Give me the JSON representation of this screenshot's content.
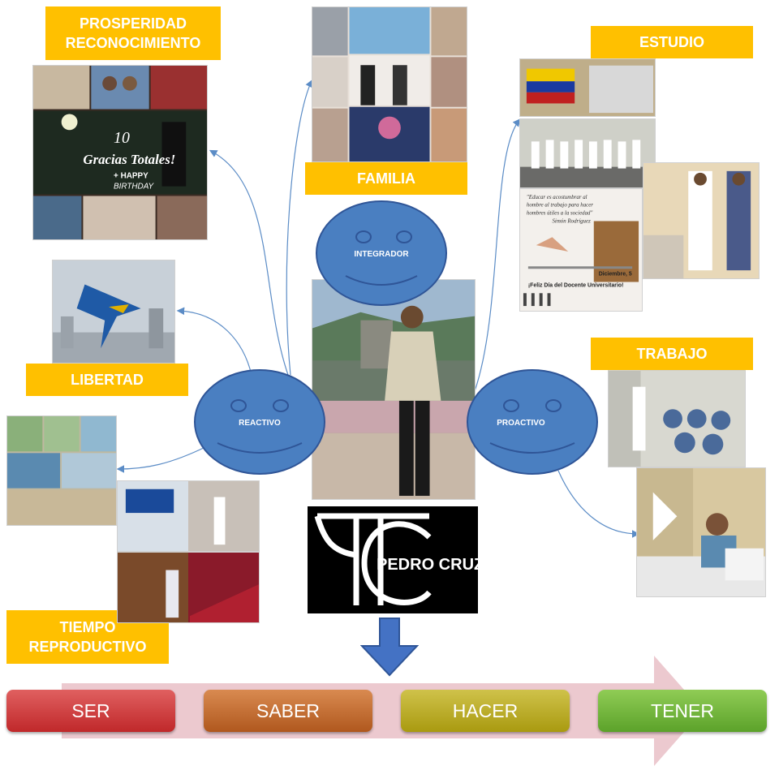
{
  "labels": {
    "prosperidad": "PROSPERIDAD\nRECONOCIMIENTO",
    "estudio": "ESTUDIO",
    "familia": "FAMILIA",
    "libertad": "LIBERTAD",
    "trabajo": "TRABAJO",
    "tiempo": "TIEMPO\nREPRODUCTIVO"
  },
  "faces": {
    "integrador": "INTEGRADOR",
    "reactivo": "REACTIVO",
    "proactivo": "PROACTIVO"
  },
  "photo_text": {
    "gracias_number": "10",
    "gracias": "Gracias Totales!",
    "happy": "+ HAPPY",
    "birthday": "BIRTHDAY",
    "quote_line1": "\"Educar es acostumbrar al",
    "quote_line2": "hombre al trabajo para hacer",
    "quote_line3": "hombres útiles a la sociedad\"",
    "quote_author": "Simón Rodríguez",
    "docente_date": "Diciembre, 5",
    "docente": "¡Feliz Día del Docente Universitario!"
  },
  "logo": {
    "letters": "PC",
    "name": "PEDRO CRUZE"
  },
  "stages": [
    "SER",
    "SABER",
    "HACER",
    "TENER"
  ],
  "colors": {
    "label": "#ffc000",
    "face": "#4a7fc1",
    "face_stroke": "#2f5597",
    "arrow": "#4472c4"
  }
}
